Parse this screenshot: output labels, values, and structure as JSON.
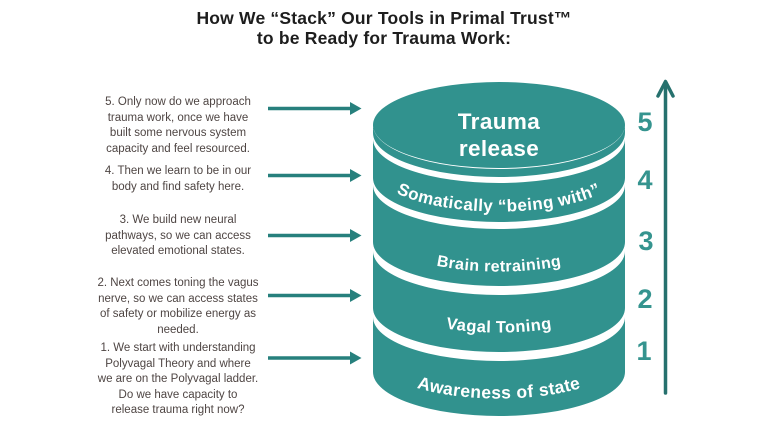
{
  "title": {
    "line1": "How We “Stack” Our Tools in Primal Trust™",
    "line2": "to be Ready for Trauma Work:"
  },
  "notes": [
    {
      "step": "5",
      "text": "5. Only now do we approach\ntrauma work, once we have\nbuilt some nervous system\ncapacity and feel resourced."
    },
    {
      "step": "4",
      "text": "4. Then we learn to be in our\nbody and find safety here."
    },
    {
      "step": "3",
      "text": "3. We build new neural\npathways, so we can access\nelevated emotional states."
    },
    {
      "step": "2",
      "text": "2. Next comes toning the vagus\nnerve, so we can access states\nof safety or mobilize energy as\nneeded."
    },
    {
      "step": "1",
      "text": "1. We start with understanding\nPolyvagal Theory and where\nwe are on the Polyvagal ladder.\nDo we have capacity to\nrelease trauma right now?"
    }
  ],
  "stack": {
    "top_layer": {
      "line1": "Trauma",
      "line2": "release"
    },
    "bands": [
      {
        "level": "4",
        "label": "Somatically “being with”"
      },
      {
        "level": "3",
        "label": "Brain retraining"
      },
      {
        "level": "2",
        "label": "Vagal Toning"
      },
      {
        "level": "1",
        "label": "Awareness of state"
      }
    ]
  },
  "scale_numbers": [
    "5",
    "4",
    "3",
    "2",
    "1"
  ],
  "colors": {
    "cylinder_teal": "#31928e",
    "horizontal_arrow": "#27807d",
    "vertical_axis": "#26716e",
    "scale_number": "#35948f",
    "note_text": "#4e4543",
    "title_text": "#1d1d1d",
    "band_text": "#ffffff"
  }
}
